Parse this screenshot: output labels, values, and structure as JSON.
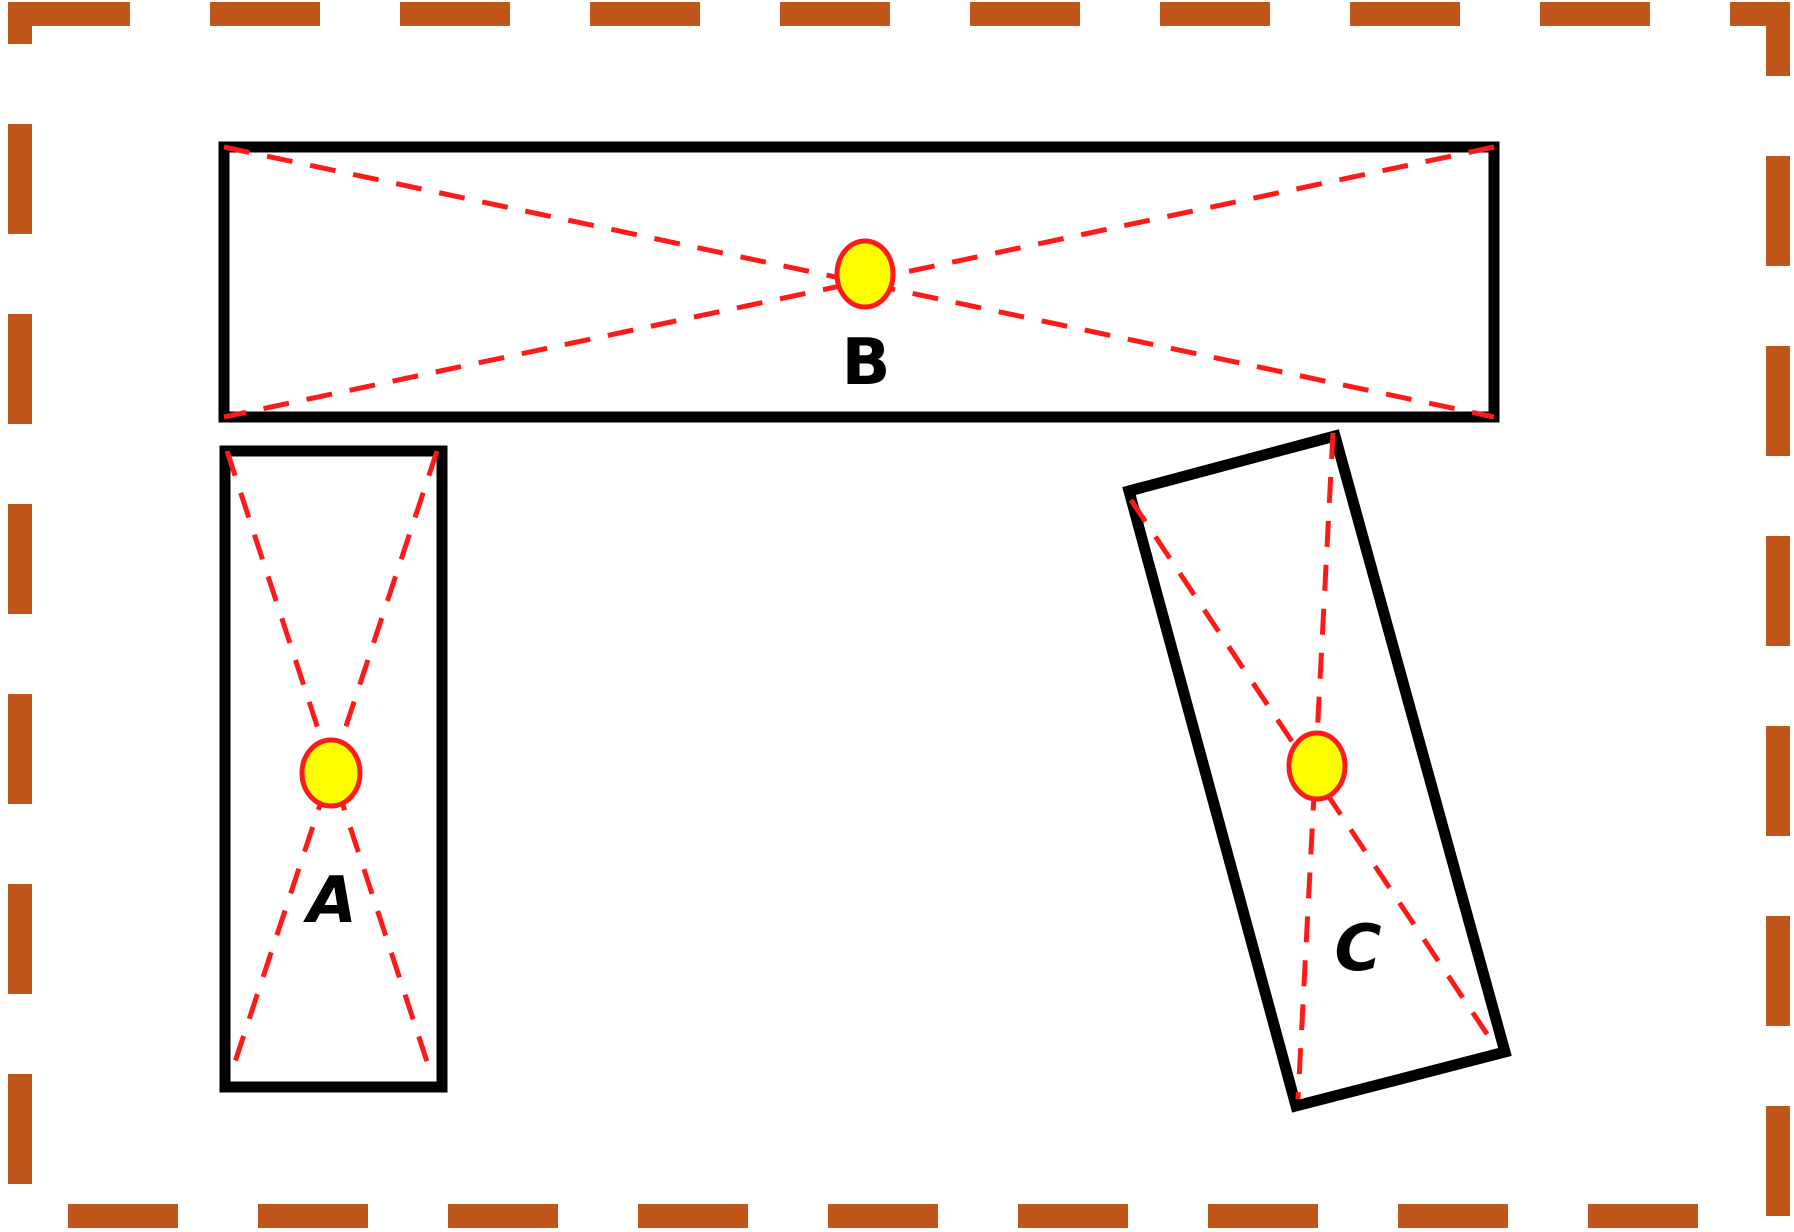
{
  "colors": {
    "border": "#c0561a",
    "outline": "#000000",
    "diagonal": "#ff1a1a",
    "center_fill": "#ffff00",
    "center_stroke": "#ff1a1a"
  },
  "rectangles": [
    {
      "id": "A",
      "label": "A"
    },
    {
      "id": "B",
      "label": "B"
    },
    {
      "id": "C",
      "label": "C"
    }
  ]
}
